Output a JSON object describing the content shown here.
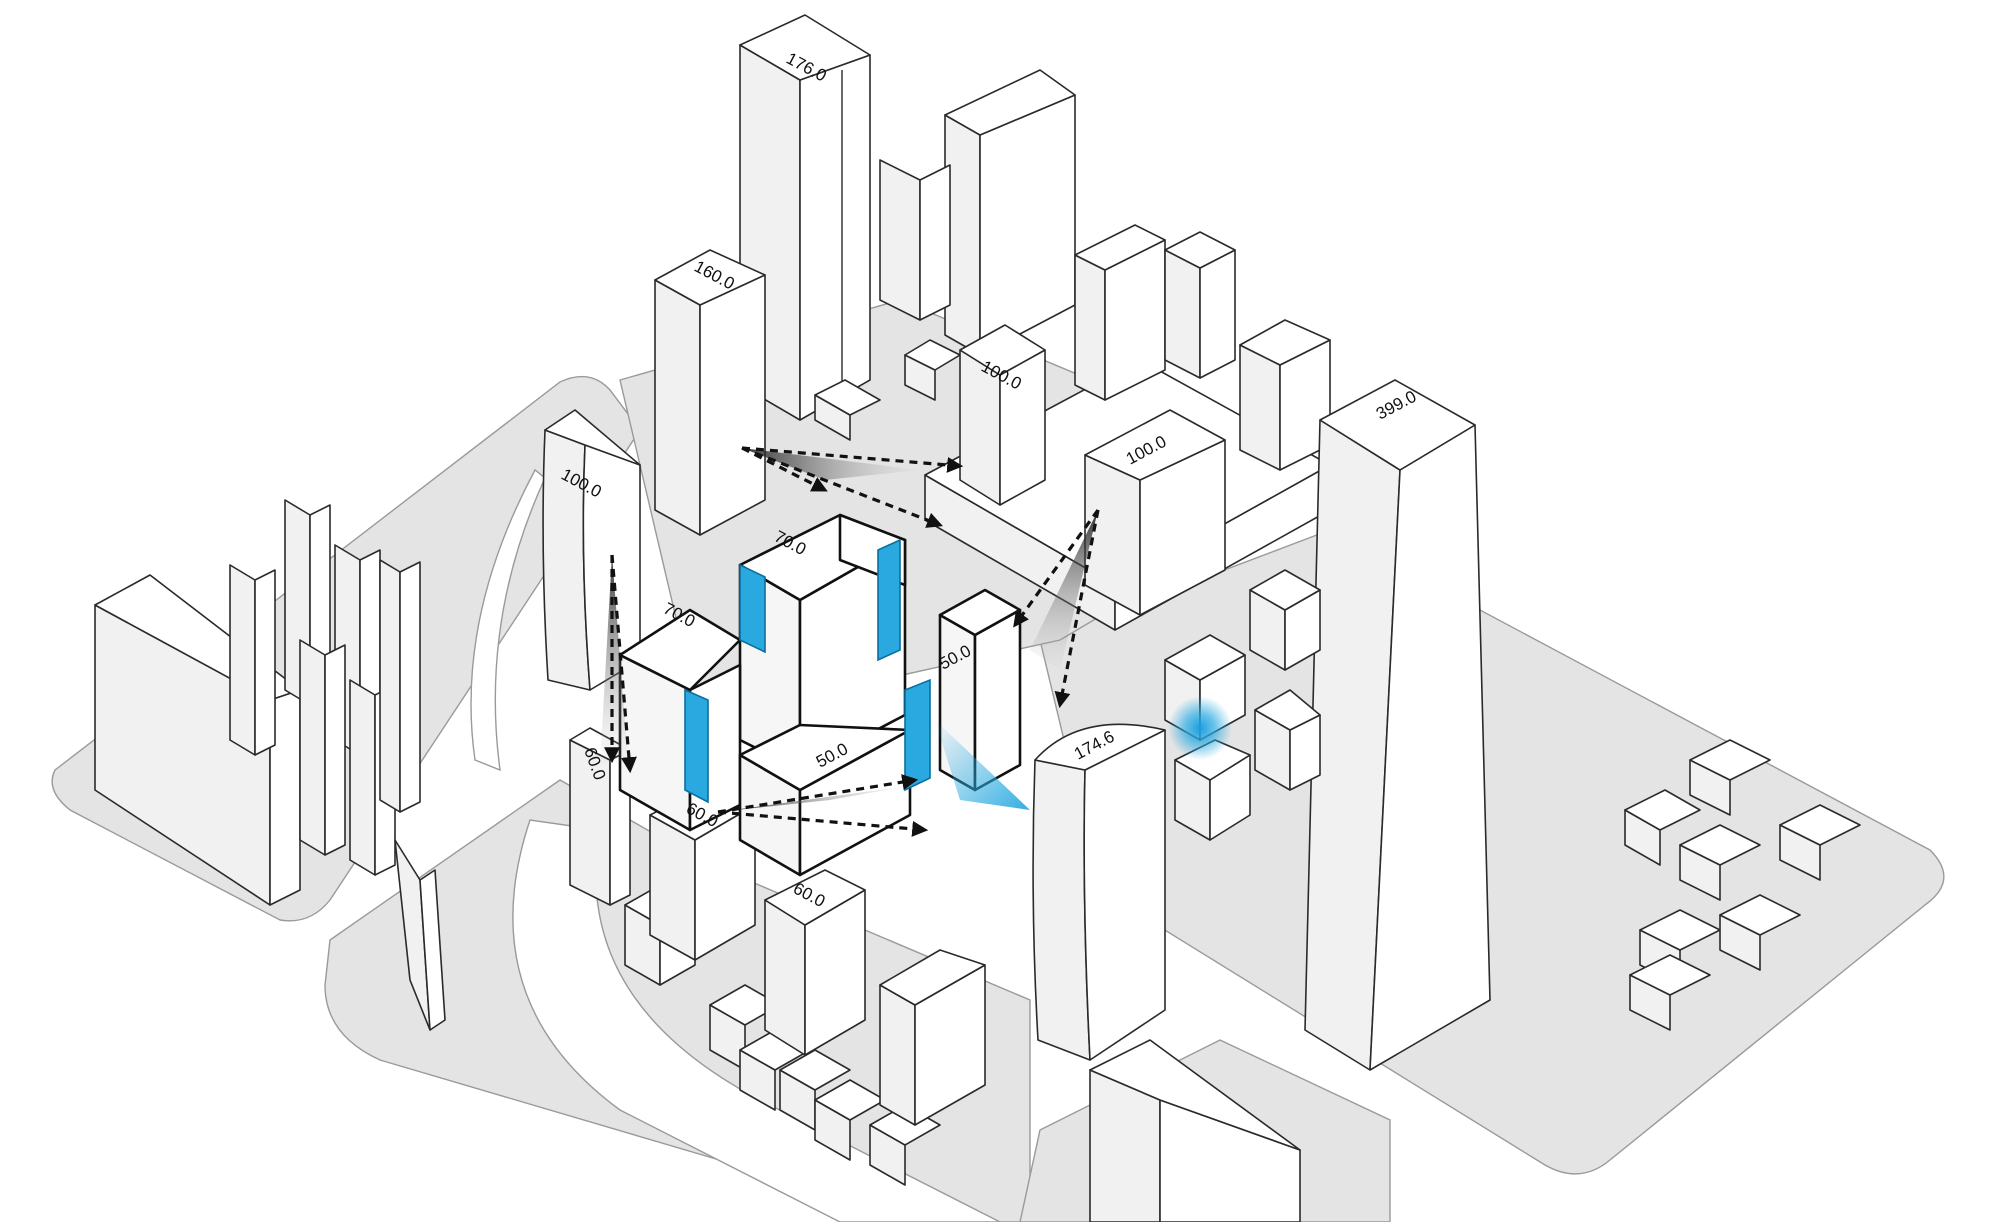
{
  "colors": {
    "ground": "#e4e4e4",
    "building": "#ffffff",
    "outline": "#2a2a2a",
    "glazing": "#29a9e0",
    "arrow": "#111111"
  },
  "height_labels": [
    {
      "id": "tower-north",
      "text": "176.0"
    },
    {
      "id": "tower-northwest",
      "text": "160.0"
    },
    {
      "id": "west-curve",
      "text": "100.0"
    },
    {
      "id": "north-block",
      "text": "100.0"
    },
    {
      "id": "east-block",
      "text": "100.0"
    },
    {
      "id": "landmark",
      "text": "399.0"
    },
    {
      "id": "project-north",
      "text": "70.0"
    },
    {
      "id": "project-west",
      "text": "70.0"
    },
    {
      "id": "project-east",
      "text": "50.0"
    },
    {
      "id": "project-south",
      "text": "50.0"
    },
    {
      "id": "podium-a",
      "text": "60.0"
    },
    {
      "id": "podium-b",
      "text": "60.0"
    },
    {
      "id": "podium-c",
      "text": "60.0"
    },
    {
      "id": "curved-tower",
      "text": "174.6"
    }
  ]
}
